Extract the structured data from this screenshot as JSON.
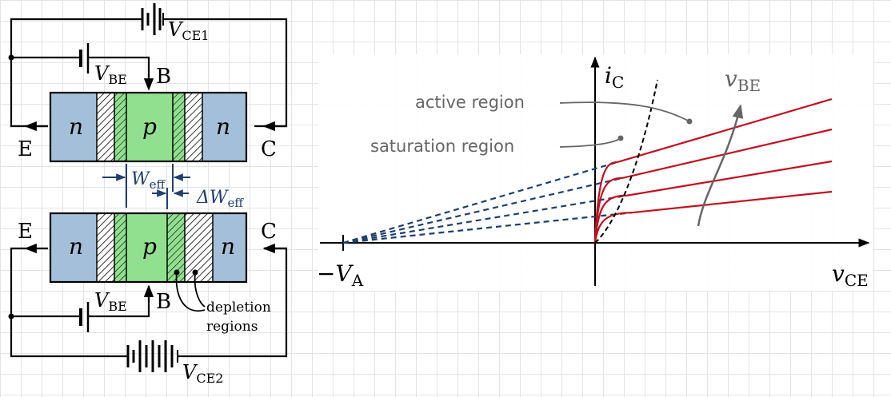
{
  "colors": {
    "n_region": "#a4bfd9",
    "p_region": "#90e090",
    "red_curve": "#c0111e",
    "blue_dash": "#1f3f6e",
    "annotation_gray": "#666666",
    "wire": "#000000"
  },
  "top_circuit": {
    "vce_label": {
      "main": "V",
      "sub": "CE1"
    },
    "vbe_label": {
      "main": "V",
      "sub": "BE"
    },
    "base": "B",
    "emitter": "E",
    "collector": "C",
    "regions": [
      "n",
      "p",
      "n"
    ]
  },
  "width_labels": {
    "weff": {
      "main": "W",
      "sub": "eff"
    },
    "delta_weff": {
      "main": "ΔW",
      "sub": "eff"
    }
  },
  "bottom_circuit": {
    "vce_label": {
      "main": "V",
      "sub": "CE2"
    },
    "vbe_label": {
      "main": "V",
      "sub": "BE"
    },
    "base": "B",
    "emitter": "E",
    "collector": "C",
    "regions": [
      "n",
      "p",
      "n"
    ],
    "depletion_label_line1": "depletion",
    "depletion_label_line2": "regions"
  },
  "graph": {
    "y_axis_label": {
      "main": "i",
      "sub": "C"
    },
    "x_axis_label": {
      "main": "v",
      "sub": "CE"
    },
    "intercept_label": {
      "main": "−V",
      "sub": "A"
    },
    "vbe_label": {
      "main": "v",
      "sub": "BE"
    },
    "active_region": "active region",
    "saturation_region": "saturation region"
  },
  "chart_data": {
    "type": "line",
    "xlabel": "vCE",
    "ylabel": "iC",
    "intercept": "−VA",
    "series": [
      {
        "knee_x": 0.45,
        "end_y": 0.0,
        "slope_per_unit": 0.2133,
        "x_range": [
          -1,
          1.0
        ]
      },
      {
        "knee_x": 0.45,
        "end_y": 0.0,
        "slope_per_unit": 0.3133,
        "x_range": [
          -1,
          1.0
        ]
      },
      {
        "knee_x": 0.45,
        "end_y": 0.0,
        "slope_per_unit": 0.4133,
        "x_range": [
          -1,
          1.0
        ]
      },
      {
        "knee_x": 0.45,
        "end_y": 0.0,
        "slope_per_unit": 0.5733,
        "x_range": [
          -1,
          1.0
        ]
      }
    ]
  }
}
